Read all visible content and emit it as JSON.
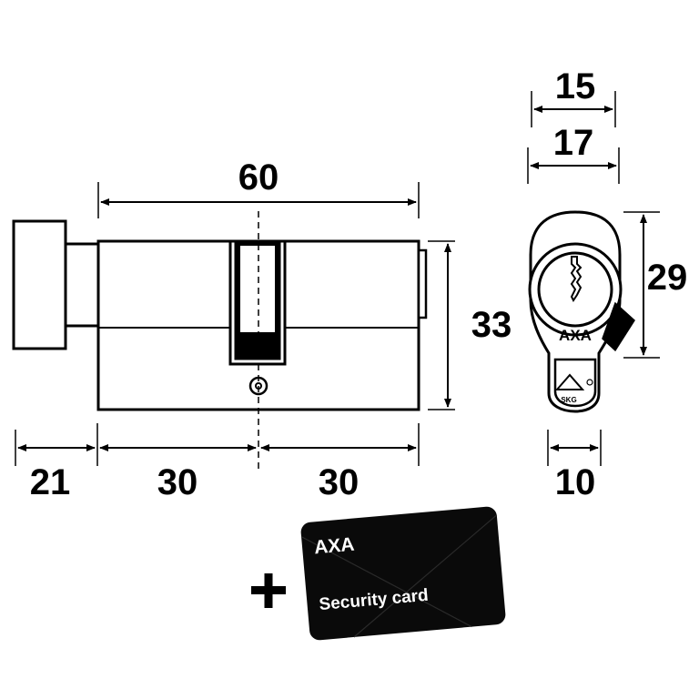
{
  "dimensions": {
    "overall_length": "60",
    "cylinder_height": "33",
    "knob_length": "21",
    "left_half": "30",
    "right_half": "30",
    "profile_width_inner": "15",
    "profile_width_outer": "17",
    "profile_height": "29",
    "cam_width": "10"
  },
  "brand": {
    "name": "AXA",
    "certification": "SKG"
  },
  "extra": {
    "plus_sign": "+",
    "card_brand": "AXA",
    "card_label": "Security card"
  },
  "colors": {
    "line": "#000000",
    "card": "#0a0a0a",
    "background": "#ffffff"
  }
}
